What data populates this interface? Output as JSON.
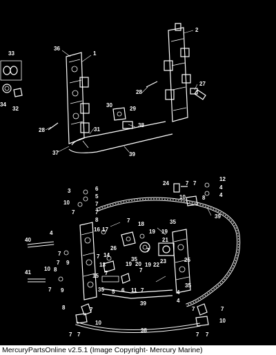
{
  "footer": {
    "text": "MercuryPartsOnline v2.5.1 (Image Copyright- Mercury Marine)"
  },
  "callouts": {
    "c1": "1",
    "c2": "2",
    "c3": "3",
    "c4a": "4",
    "c4b": "4",
    "c4c": "4",
    "c4d": "4",
    "c4e": "4",
    "c5a": "5",
    "c5b": "5",
    "c6a": "6",
    "c6b": "6",
    "c7a": "7",
    "c7b": "7",
    "c7c": "7",
    "c7d": "7",
    "c7e": "7",
    "c7f": "7",
    "c7g": "7",
    "c7h": "7",
    "c7i": "7",
    "c7j": "7",
    "c7k": "7",
    "c7l": "7",
    "c7m": "7",
    "c7n": "7",
    "c7o": "7",
    "c8a": "8",
    "c8b": "8",
    "c8c": "8",
    "c9a": "9",
    "c9b": "9",
    "c10a": "10",
    "c10b": "10",
    "c10c": "10",
    "c10d": "10",
    "c10e": "10",
    "c10f": "10",
    "c11": "11",
    "c12": "12",
    "c13": "13",
    "c14": "14",
    "c15": "15",
    "c16": "16",
    "c17": "17",
    "c18": "18",
    "c19a": "19",
    "c19b": "19",
    "c19c": "19",
    "c19d": "19",
    "c20": "20",
    "c21": "21",
    "c22": "22",
    "c23": "23",
    "c24": "24",
    "c25": "25",
    "c26": "26",
    "c27": "27",
    "c28a": "28",
    "c28b": "28",
    "c29": "29",
    "c30": "30",
    "c31": "31",
    "c32": "32",
    "c33": "33",
    "c34": "34",
    "c35a": "35",
    "c35b": "35",
    "c35c": "35",
    "c35d": "35",
    "c36": "36",
    "c37": "37",
    "c38a": "38",
    "c38b": "38",
    "c39a": "39",
    "c39b": "39",
    "c39c": "39",
    "c40": "40",
    "c41": "41"
  }
}
